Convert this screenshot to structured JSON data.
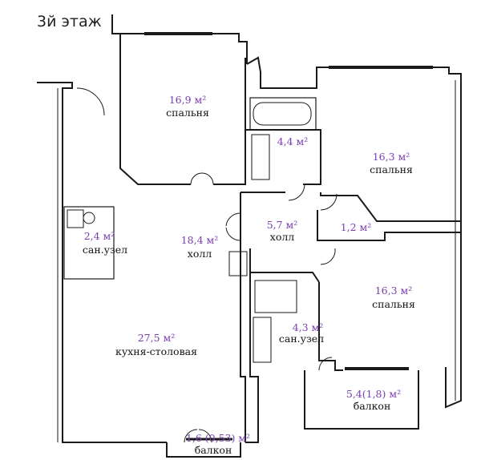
{
  "floor_title": "3й этаж",
  "colors": {
    "area_label": "#7a3fb0",
    "room_label": "#111111",
    "wall": "#1a1a1a"
  },
  "rooms": [
    {
      "id": "bedroom-top",
      "area": "16,9 м²",
      "name": "спальня"
    },
    {
      "id": "bath-top",
      "area": "4,4 м²",
      "name": ""
    },
    {
      "id": "bedroom-right",
      "area": "16,3 м²",
      "name": "спальня"
    },
    {
      "id": "wc-left",
      "area": "2,4 м²",
      "name": "сан.узел"
    },
    {
      "id": "hall-main",
      "area": "18,4 м²",
      "name": "холл"
    },
    {
      "id": "hall-small",
      "area": "5,7 м²",
      "name": "холл"
    },
    {
      "id": "closet",
      "area": "1,2 м²",
      "name": ""
    },
    {
      "id": "bedroom-lower",
      "area": "16,3 м²",
      "name": "спальня"
    },
    {
      "id": "wc-lower",
      "area": "4,3 м²",
      "name": "сан.узел"
    },
    {
      "id": "kitchen",
      "area": "27,5 м²",
      "name": "кухня-столовая"
    },
    {
      "id": "balcony-right",
      "area": "5,4(1,8) м²",
      "name": "балкон"
    },
    {
      "id": "balcony-bottom",
      "area": "1,6 (0,53) м²",
      "name": "балкон"
    }
  ]
}
